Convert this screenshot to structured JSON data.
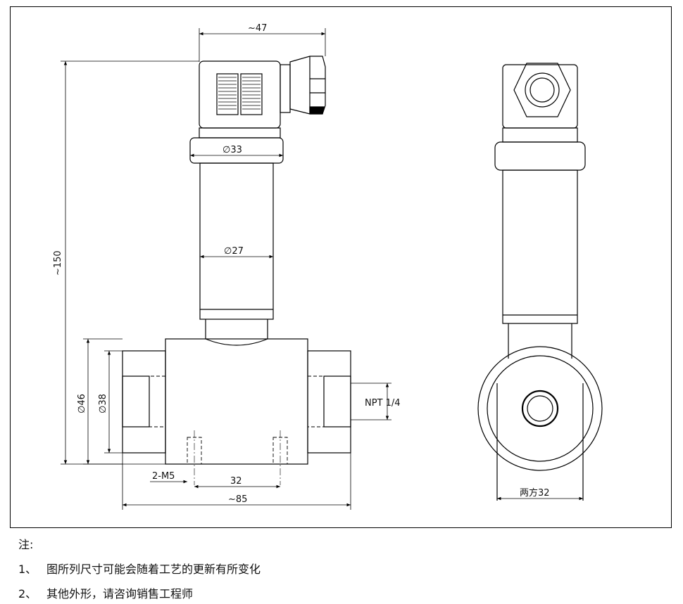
{
  "dimensions": {
    "width_top": "~47",
    "height_total": "~150",
    "dia_head": "∅33",
    "dia_body": "∅27",
    "dia_outer": "∅46",
    "dia_inner": "∅38",
    "thread": "NPT 1/4",
    "mount_holes": "2-M5",
    "hole_spacing": "32",
    "length_total": "~85",
    "side_width": "两方32"
  },
  "notes": {
    "title": "注:",
    "items": [
      {
        "num": "1、",
        "text": "图所列尺寸可能会随着工艺的更新有所变化"
      },
      {
        "num": "2、",
        "text": "其他外形，请咨询销售工程师"
      }
    ]
  }
}
